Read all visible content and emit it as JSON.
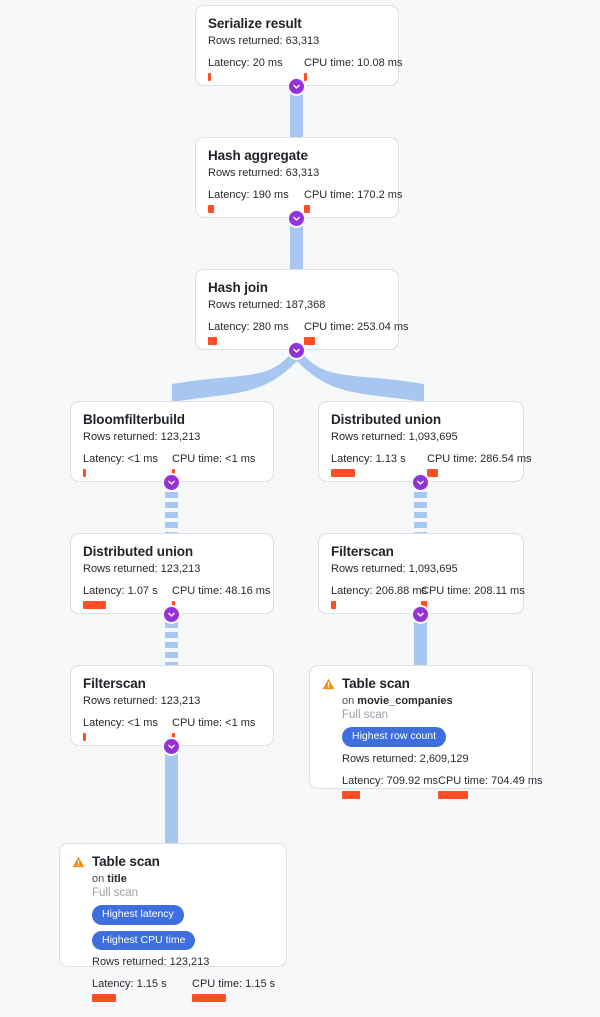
{
  "theme": {
    "background": "#f6f8fa",
    "node_bg": "#ffffff",
    "node_border": "#dcdfe3",
    "edge": "#a8c7f0",
    "edge_dashed": "#a8c7f0",
    "collapse_circle": "#9333d6",
    "badge": "#3f6fdf",
    "metric_bar": "#ff4d24",
    "warn_icon": "#f29111"
  },
  "labels": {
    "rows_prefix": "Rows returned: ",
    "latency_prefix": "Latency: ",
    "cpu_prefix": "CPU time: ",
    "on_prefix": "on ",
    "full_scan": "Full scan"
  },
  "nodes": [
    {
      "id": "serialize-result",
      "title": "Serialize result",
      "rows": "Rows returned: 63,313",
      "latency": "Latency: 20 ms",
      "cpu": "CPU time: 10.08 ms",
      "latency_bar_w": 3,
      "cpu_bar_w": 3,
      "warning": false,
      "badges": []
    },
    {
      "id": "hash-aggregate",
      "title": "Hash aggregate",
      "rows": "Rows returned: 63,313",
      "latency": "Latency: 190 ms",
      "cpu": "CPU time: 170.2 ms",
      "latency_bar_w": 6,
      "cpu_bar_w": 6,
      "warning": false,
      "badges": []
    },
    {
      "id": "hash-join",
      "title": "Hash join",
      "rows": "Rows returned: 187,368",
      "latency": "Latency: 280 ms",
      "cpu": "CPU time: 253.04 ms",
      "latency_bar_w": 9,
      "cpu_bar_w": 11,
      "warning": false,
      "badges": []
    },
    {
      "id": "bloomfilterbuild",
      "title": "Bloomfilterbuild",
      "rows": "Rows returned: 123,213",
      "latency": "Latency: <1 ms",
      "cpu": "CPU time: <1 ms",
      "latency_bar_w": 3,
      "cpu_bar_w": 3,
      "warning": false,
      "badges": []
    },
    {
      "id": "distributed-union-right",
      "title": "Distributed union",
      "rows": "Rows returned: 1,093,695",
      "latency": "Latency: 1.13 s",
      "cpu": "CPU time: 286.54 ms",
      "latency_bar_w": 24,
      "cpu_bar_w": 11,
      "warning": false,
      "badges": []
    },
    {
      "id": "distributed-union-left",
      "title": "Distributed union",
      "rows": "Rows returned: 123,213",
      "latency": "Latency: 1.07 s",
      "cpu": "CPU time: 48.16 ms",
      "latency_bar_w": 23,
      "cpu_bar_w": 3,
      "warning": false,
      "badges": []
    },
    {
      "id": "filterscan-right",
      "title": "Filterscan",
      "rows": "Rows returned: 1,093,695",
      "latency": "Latency: 206.88 ms",
      "cpu": "CPU time: 208.11 ms",
      "latency_bar_w": 5,
      "cpu_bar_w": 6,
      "warning": false,
      "badges": []
    },
    {
      "id": "filterscan-left",
      "title": "Filterscan",
      "rows": "Rows returned: 123,213",
      "latency": "Latency: <1 ms",
      "cpu": "CPU time: <1 ms",
      "latency_bar_w": 3,
      "cpu_bar_w": 3,
      "warning": false,
      "badges": []
    },
    {
      "id": "table-scan-movie-companies",
      "title": "Table scan",
      "on_table": "movie_companies",
      "scan_type": "Full scan",
      "rows": "Rows returned: 2,609,129",
      "latency": "Latency: 709.92 ms",
      "cpu": "CPU time: 704.49 ms",
      "latency_bar_w": 18,
      "cpu_bar_w": 30,
      "warning": true,
      "badges": [
        "Highest row count"
      ]
    },
    {
      "id": "table-scan-title",
      "title": "Table scan",
      "on_table": "title",
      "scan_type": "Full scan",
      "rows": "Rows returned: 123,213",
      "latency": "Latency: 1.15 s",
      "cpu": "CPU time: 1.15 s",
      "latency_bar_w": 24,
      "cpu_bar_w": 34,
      "warning": true,
      "badges": [
        "Highest latency",
        "Highest CPU time"
      ]
    }
  ],
  "icons": {
    "warning": "warning-triangle-icon",
    "collapse": "chevron-down-icon"
  }
}
